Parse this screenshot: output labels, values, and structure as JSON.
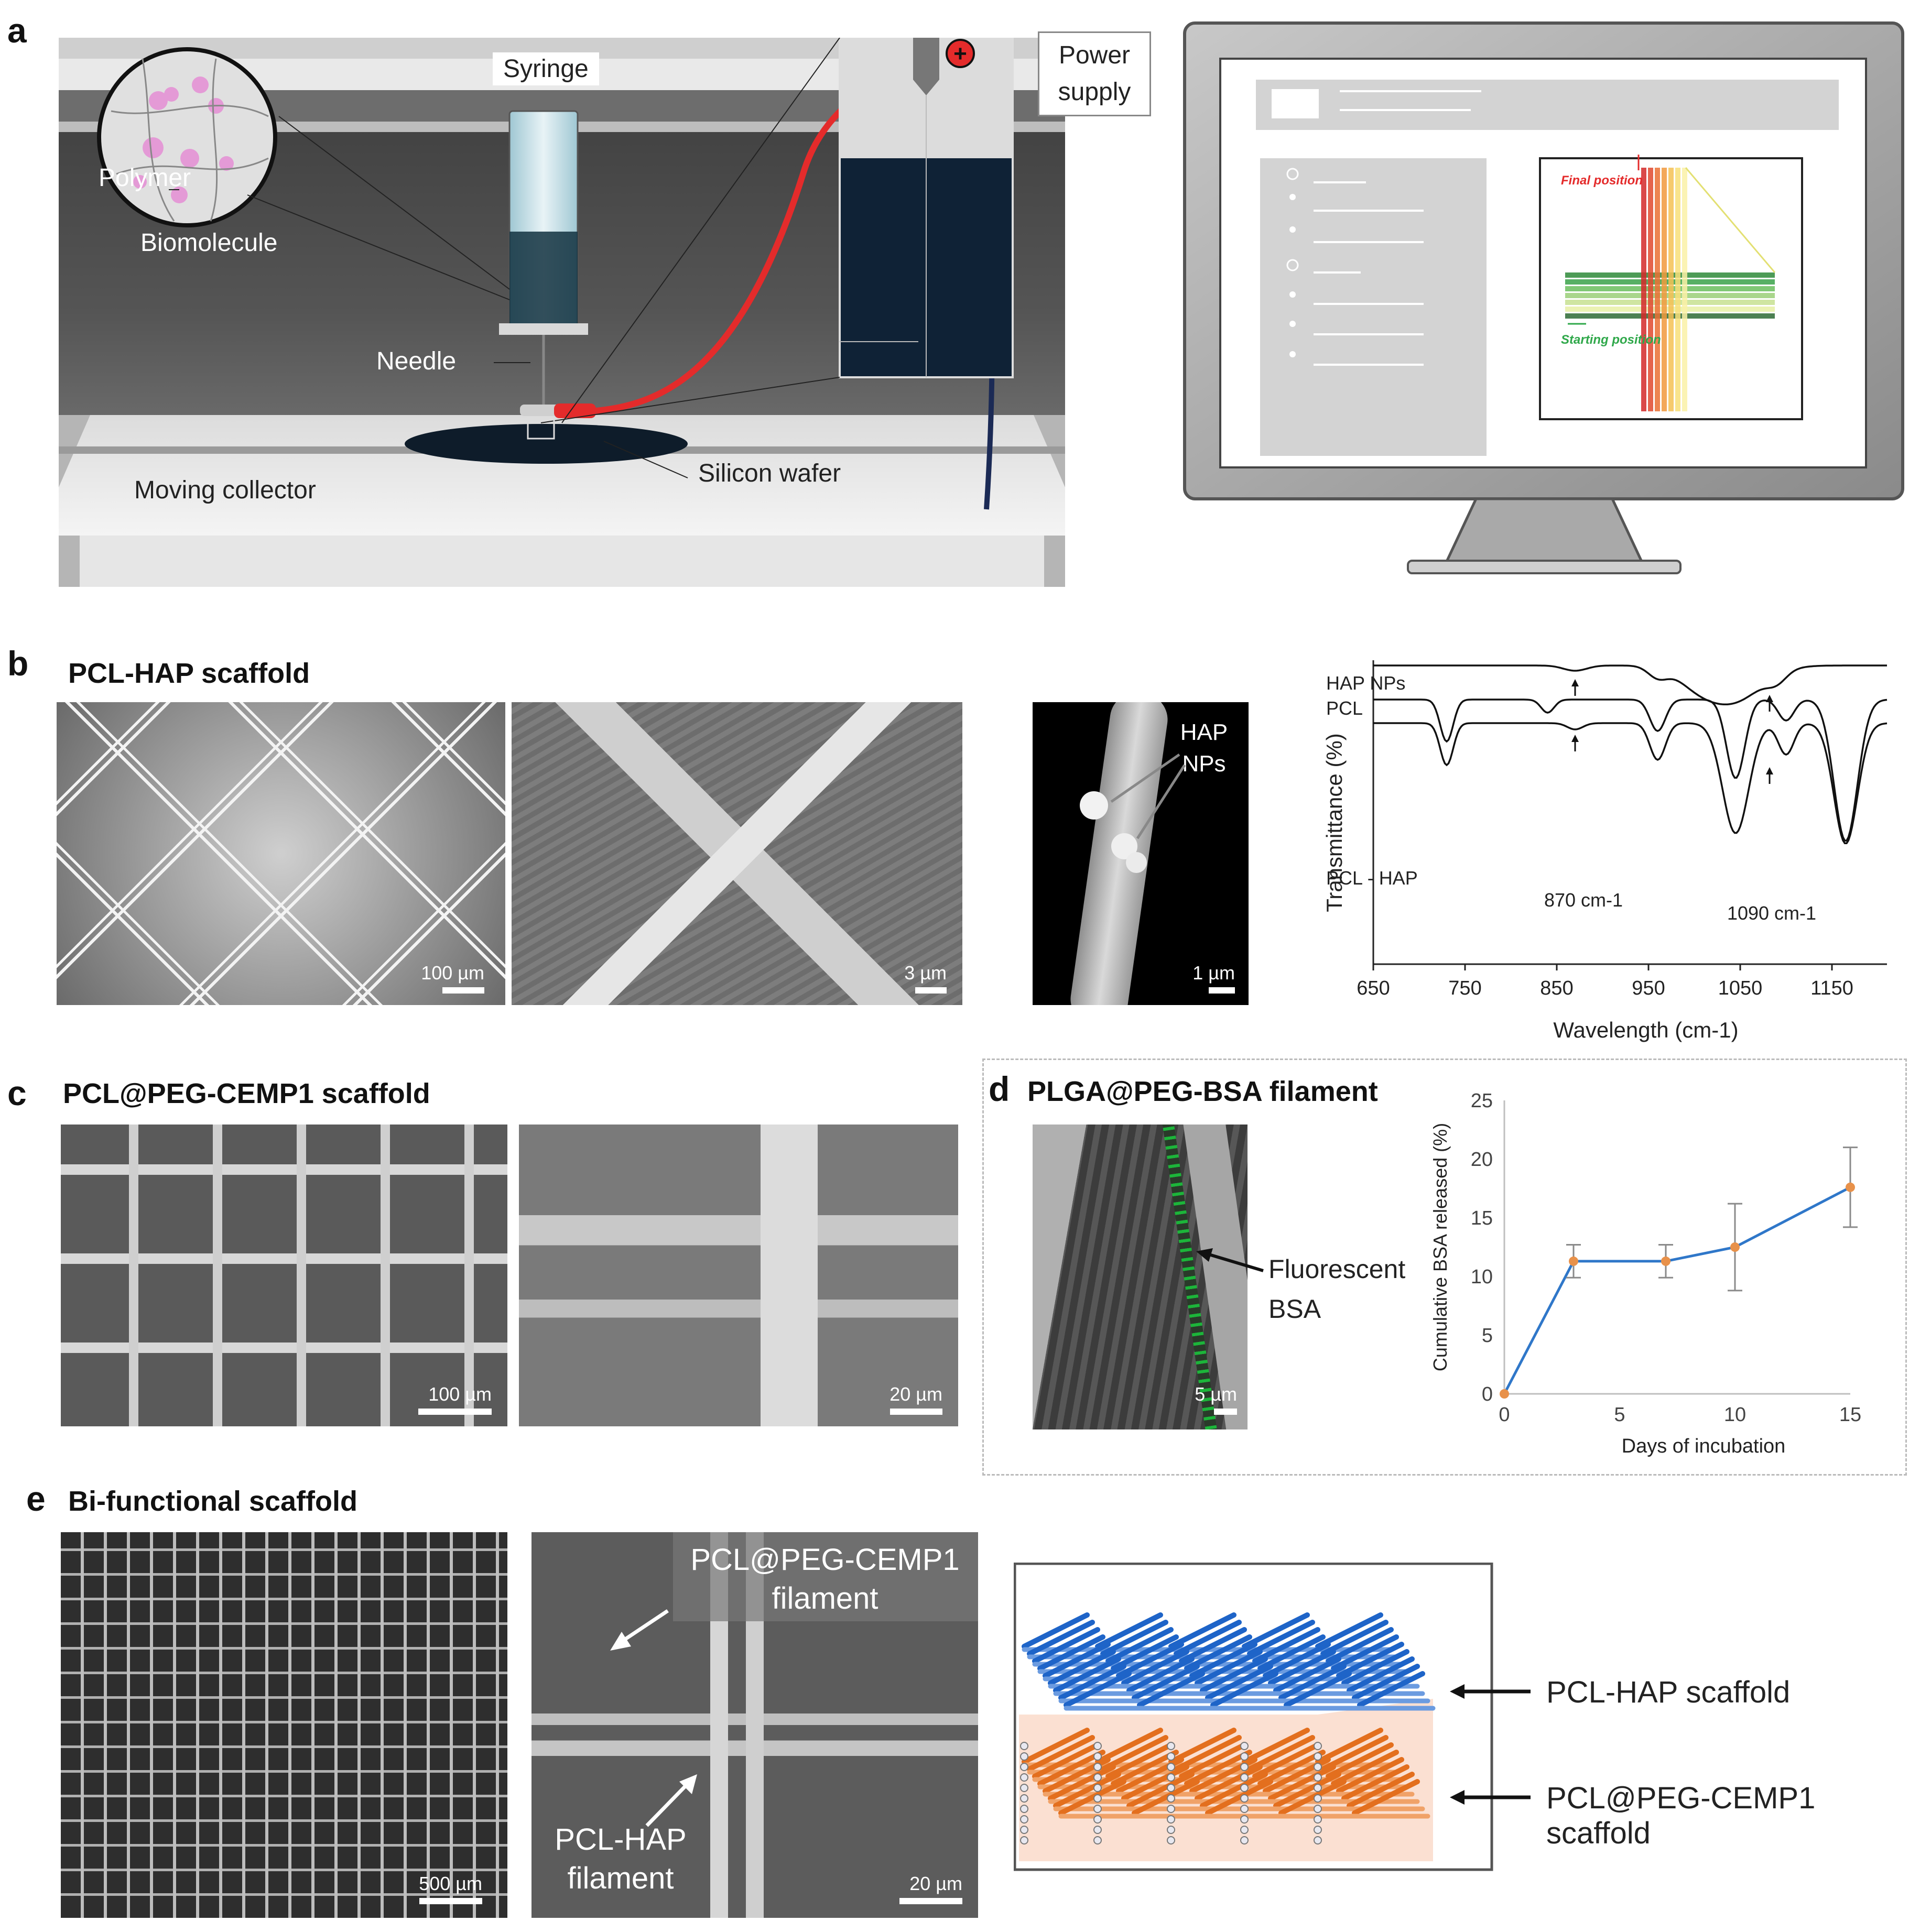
{
  "panels": {
    "a": {
      "letter": "a",
      "labels": {
        "syringe": "Syringe",
        "power_supply": "Power supply",
        "polymer": "Polymer",
        "biomolecule": "Biomolecule",
        "needle": "Needle",
        "moving_collector": "Moving collector",
        "silicon_wafer": "Silicon wafer",
        "plus": "+"
      },
      "monitor": {
        "final_position": "Final position",
        "starting_position": "Starting position"
      }
    },
    "b": {
      "letter": "b",
      "title": "PCL-HAP scaffold",
      "scale1": "100 µm",
      "scale2": "3 µm",
      "scale3": "1 µm",
      "hap_label": "HAP NPs"
    },
    "c": {
      "letter": "c",
      "title": "PCL@PEG-CEMP1 scaffold",
      "scale1": "100 µm",
      "scale2": "20 µm"
    },
    "d": {
      "letter": "d",
      "title": "PLGA@PEG-BSA filament",
      "scale": "5 µm",
      "fluor_label": "Fluorescent BSA"
    },
    "e": {
      "letter": "e",
      "title": "Bi-functional scaffold",
      "scale1": "500 µm",
      "scale2": "20 µm",
      "pcl_peg_filament": "PCL@PEG-CEMP1 filament",
      "pcl_hap_filament": "PCL-HAP filament",
      "scaffold_top": "PCL-HAP scaffold",
      "scaffold_bottom": "PCL@PEG-CEMP1 scaffold"
    }
  },
  "chart_data": [
    {
      "type": "line",
      "title": "",
      "xlabel": "Wavelength (cm-1)",
      "ylabel": "Transmittance (%)",
      "xlim": [
        650,
        1210
      ],
      "xticks": [
        650,
        750,
        850,
        950,
        1050,
        1150
      ],
      "yticks_shown": false,
      "series": [
        {
          "name": "HAP NPs"
        },
        {
          "name": "PCL"
        },
        {
          "name": "PCL - HAP"
        }
      ],
      "annotations": [
        "870 cm-1",
        "1090 cm-1"
      ],
      "colors": {
        "line": "#111111"
      }
    },
    {
      "type": "line",
      "xlabel": "Days of incubation",
      "ylabel": "Cumulative BSA released  (%)",
      "xlim": [
        0,
        15
      ],
      "ylim": [
        0,
        25
      ],
      "xticks": [
        0,
        5,
        10,
        15
      ],
      "yticks": [
        0,
        5,
        10,
        15,
        20,
        25
      ],
      "series": [
        {
          "x": [
            0,
            3,
            7,
            10,
            15
          ],
          "y": [
            0,
            11.3,
            11.3,
            12.5,
            17.6
          ],
          "err": [
            0,
            1.4,
            1.4,
            3.7,
            3.4
          ]
        }
      ],
      "colors": {
        "line": "#2f77c9",
        "marker": "#e8914a",
        "error": "#8a8a8a"
      }
    }
  ]
}
